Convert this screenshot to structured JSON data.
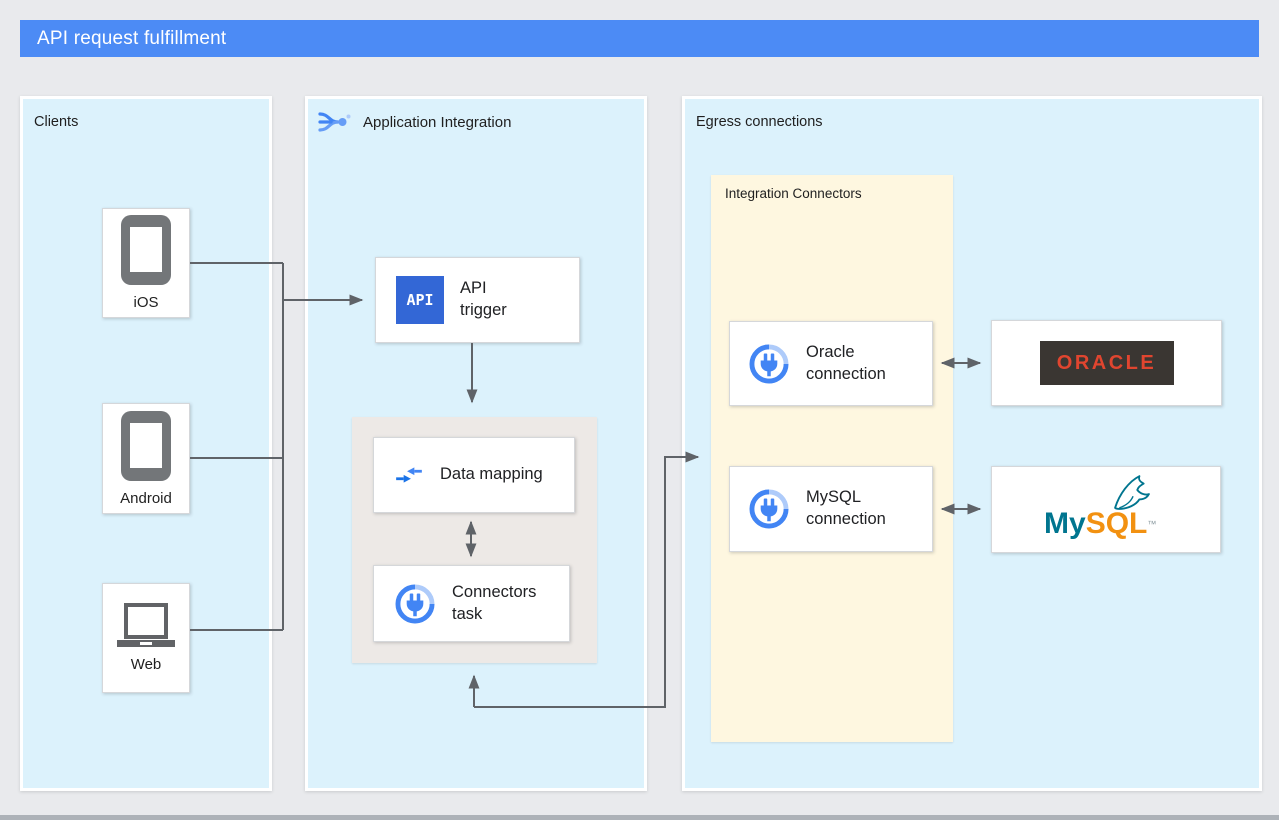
{
  "banner": {
    "title": "API request fulfillment"
  },
  "clients": {
    "title": "Clients",
    "items": [
      {
        "label": "iOS",
        "icon": "smartphone-icon"
      },
      {
        "label": "Android",
        "icon": "smartphone-icon"
      },
      {
        "label": "Web",
        "icon": "laptop-icon"
      }
    ]
  },
  "application_integration": {
    "title": "Application Integration",
    "api_trigger": {
      "badge": "API",
      "label": "API trigger"
    },
    "data_mapping": {
      "label": "Data mapping"
    },
    "connectors_task": {
      "label": "Connectors task"
    }
  },
  "egress": {
    "title": "Egress connections",
    "integration_connectors": {
      "title": "Integration Connectors",
      "connections": [
        {
          "label": "Oracle connection"
        },
        {
          "label": "MySQL connection"
        }
      ]
    },
    "systems": [
      {
        "name": "ORACLE"
      },
      {
        "name_prefix": "My",
        "name_suffix": "SQL",
        "trademark": "™"
      }
    ]
  },
  "colors": {
    "banner": "#4C8BF5",
    "panel_blue": "#DCF2FC",
    "panel_gray": "#EDE9E6",
    "panel_yellow": "#FEF7E0",
    "arrow": "#5F6368",
    "accent_blue": "#4285F4",
    "api_badge": "#3367D6",
    "oracle_red": "#E0452F",
    "oracle_box": "#3A3632",
    "mysql_teal": "#00758F",
    "mysql_orange": "#F29111"
  }
}
